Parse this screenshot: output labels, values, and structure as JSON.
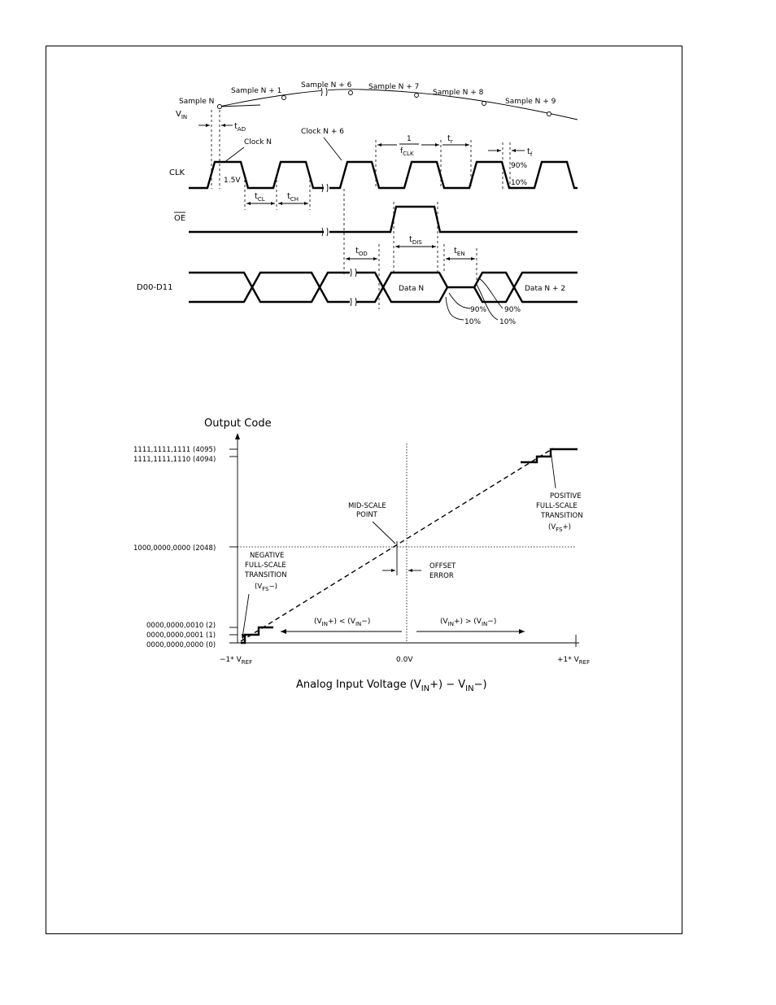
{
  "timing": {
    "samples": [
      "Sample N",
      "Sample N + 1",
      "Sample N + 6",
      "Sample N + 7",
      "Sample N + 8",
      "Sample N + 9"
    ],
    "vin": "V",
    "vin_sub": "IN",
    "t": "t",
    "tad_sub": "AD",
    "clock_n": "Clock N",
    "clock_n6": "Clock N + 6",
    "clk": "CLK",
    "v15": "1.5V",
    "tcl_sub": "CL",
    "tch_sub": "CH",
    "one": "1",
    "fclk": "f",
    "fclk_sub": "CLK",
    "tr_sub": "r",
    "tf_sub": "f",
    "p90": "90%",
    "p10": "10%",
    "oe": "OE",
    "tod_sub": "OD",
    "tdis_sub": "DIS",
    "ten_sub": "EN",
    "d0011": "D00-D11",
    "data_n": "Data N",
    "data_n2": "Data N + 2"
  },
  "transfer": {
    "y_title": "Output Code",
    "codes": [
      "1111,1111,1111 (4095)",
      "1111,1111,1110 (4094)",
      "1000,0000,0000 (2048)",
      "0000,0000,0010 (2)",
      "0000,0000,0001 (1)",
      "0000,0000,0000 (0)"
    ],
    "midscale": [
      "MID-SCALE",
      "POINT"
    ],
    "pos_fs": [
      "POSITIVE",
      "FULL-SCALE",
      "TRANSITION"
    ],
    "neg_fs": [
      "NEGATIVE",
      "FULL-SCALE",
      "TRANSITION"
    ],
    "v": "V",
    "fs_sub": "FS",
    "plus_tail": "+)",
    "minus_tail": "−)",
    "open": "(",
    "offset": [
      "OFFSET",
      "ERROR"
    ],
    "lt": "(V",
    "in_sub": "IN",
    "lt_mid": "+) < (V",
    "gt_mid": "+) > (V",
    "tail": "−)",
    "x_neg": "−1* V",
    "x_zero": "0.0V",
    "x_pos": "+1* V",
    "ref_sub": "REF",
    "x_title_a": "Analog Input Voltage (V",
    "x_title_b": "+) − V",
    "x_title_c": "−)"
  }
}
